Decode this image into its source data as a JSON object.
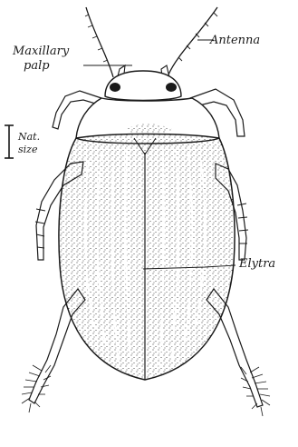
{
  "labels": {
    "maxillary_palp_line1": "Maxillary",
    "maxillary_palp_line2": "palp",
    "antenna": "Antenna",
    "scale_line1": "Nat.",
    "scale_line2": "size",
    "elytra": "Elytra"
  },
  "colors": {
    "ink": "#1a1a1a",
    "paper": "#ffffff"
  }
}
